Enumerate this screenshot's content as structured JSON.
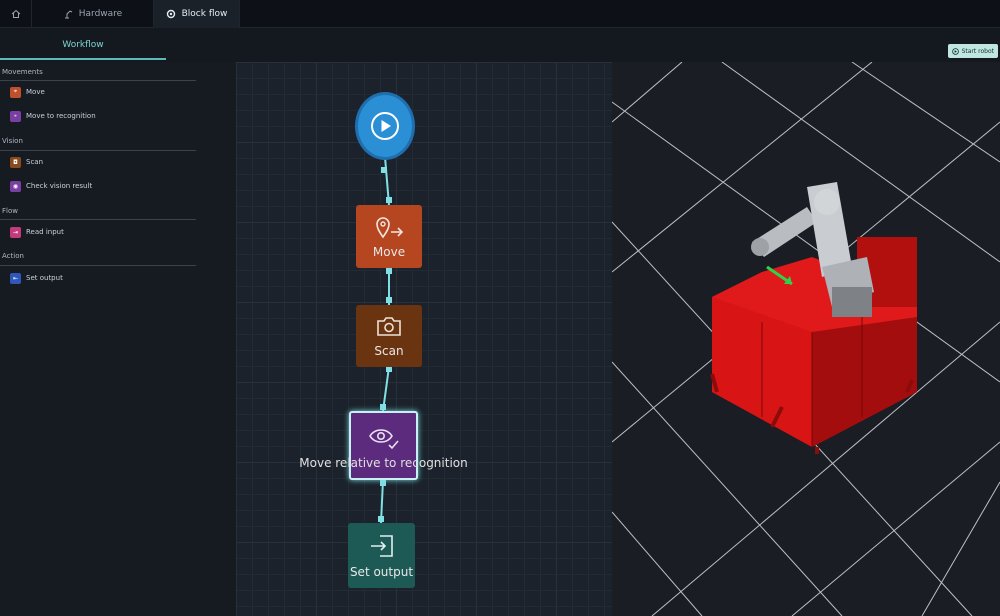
{
  "tabs": [
    {
      "label": "",
      "icon": "home-icon"
    },
    {
      "label": "Hardware",
      "icon": "robot-arm-icon"
    },
    {
      "label": "Block flow",
      "icon": "block-flow-icon"
    }
  ],
  "subbar": {
    "tab": "Workflow",
    "start_robot": "Start robot"
  },
  "sidebar": {
    "sections": [
      {
        "title": "Movements",
        "items": [
          {
            "label": "Move",
            "color": "#c0502b"
          },
          {
            "label": "Move to recognition",
            "color": "#7a3fa3"
          }
        ]
      },
      {
        "title": "Vision",
        "items": [
          {
            "label": "Scan",
            "color": "#8a4a1e"
          },
          {
            "label": "Check vision result",
            "color": "#7a3fa3"
          }
        ]
      },
      {
        "title": "Flow",
        "items": [
          {
            "label": "Read input",
            "color": "#c23b7a"
          }
        ]
      },
      {
        "title": "Action",
        "items": [
          {
            "label": "Set output",
            "color": "#2f56b8"
          }
        ]
      }
    ]
  },
  "flow": {
    "blocks": [
      {
        "label": "Move",
        "color": "#b5461f",
        "icon": "location-pin-arrow-icon"
      },
      {
        "label": "Scan",
        "color": "#6b3410",
        "icon": "camera-icon"
      },
      {
        "label": "Move relative to recognition",
        "color": "#5c2b7e",
        "icon": "eye-check-icon"
      },
      {
        "label": "Set output",
        "color": "#1d5a55",
        "icon": "output-icon"
      }
    ],
    "connector_color": "#7fe0e6"
  }
}
